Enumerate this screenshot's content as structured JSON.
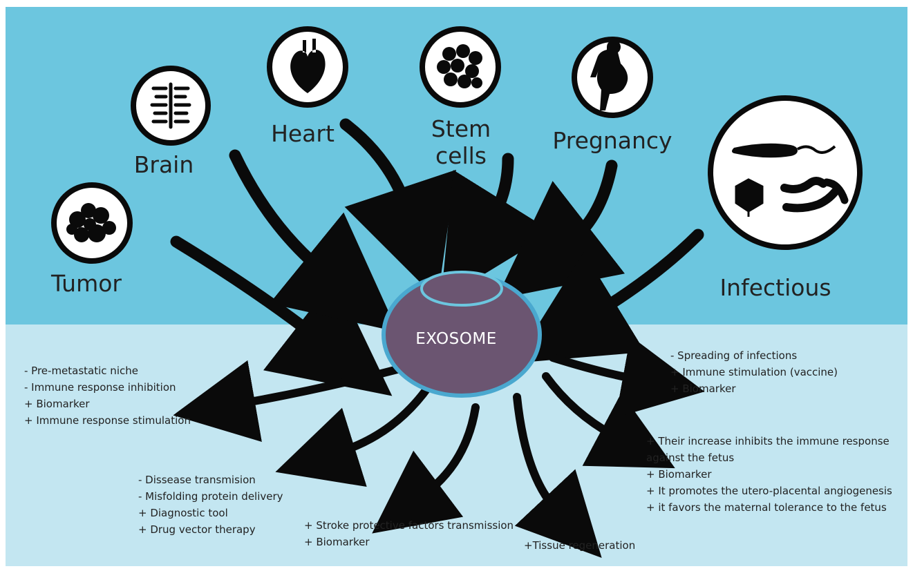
{
  "center": {
    "label": "EXOSOME"
  },
  "sources": [
    {
      "id": "tumor",
      "label": "Tumor",
      "icon": "tumor-icon"
    },
    {
      "id": "brain",
      "label": "Brain",
      "icon": "brain-icon"
    },
    {
      "id": "heart",
      "label": "Heart",
      "icon": "heart-icon"
    },
    {
      "id": "stem",
      "label_lines": [
        "Stem",
        "cells"
      ],
      "icon": "stem-cells-icon"
    },
    {
      "id": "pregnancy",
      "label": "Pregnancy",
      "icon": "pregnant-woman-icon"
    },
    {
      "id": "infectious",
      "label": "Infectious",
      "icon": "microbes-icon"
    }
  ],
  "outcomes": [
    {
      "id": "tumor",
      "lines": [
        "- Pre-metastatic niche",
        "- Immune response inhibition",
        "+ Biomarker",
        "+ Immune response stimulation"
      ]
    },
    {
      "id": "brain",
      "lines": [
        "- Dissease transmision",
        "- Misfolding protein delivery",
        "+ Diagnostic tool",
        "+ Drug vector therapy"
      ]
    },
    {
      "id": "heart",
      "lines": [
        "+ Stroke protective factors transmission",
        "+ Biomarker"
      ]
    },
    {
      "id": "stem",
      "lines": [
        "+Tissue regeneration"
      ]
    },
    {
      "id": "pregnancy",
      "lines": [
        "+ Their increase  inhibits the immune response",
        "against the fetus",
        "+ Biomarker",
        "+ It promotes the utero-placental angiogenesis",
        "+ it favors the maternal tolerance to the fetus"
      ]
    },
    {
      "id": "infectious",
      "lines": [
        "- Spreading of infections",
        "+ Immune stimulation (vaccine)",
        "+ Biomarker"
      ]
    }
  ],
  "colors": {
    "top_band": "#6cc6df",
    "bottom_band": "#c3e6f1",
    "exosome_fill": "#6b5571",
    "exosome_outline": "#4aa8cf",
    "arrow": "#0a0a0a",
    "icon_fill": "#0a0a0a"
  }
}
